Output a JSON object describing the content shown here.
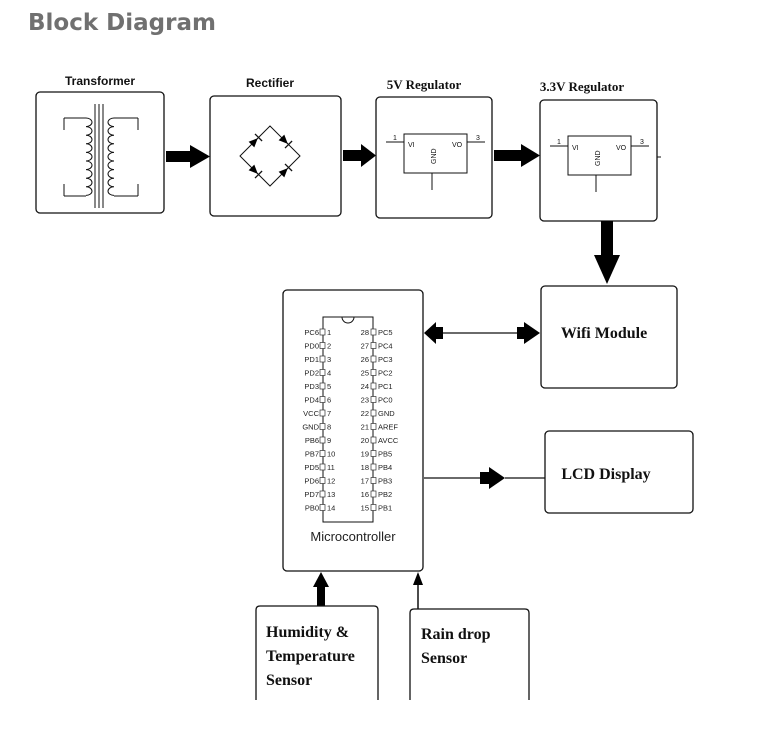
{
  "page": {
    "title": "Block Diagram"
  },
  "blocks": {
    "transformer": {
      "label": "Transformer"
    },
    "rectifier": {
      "label": "Rectifier"
    },
    "reg5": {
      "label": "5V Regulator",
      "pin_in": "1",
      "pin_out": "3",
      "vi": "VI",
      "vo": "VO",
      "gnd": "GND"
    },
    "reg33": {
      "label": "3.3V Regulator",
      "pin_in": "1",
      "pin_out": "3",
      "vi": "VI",
      "vo": "VO",
      "gnd": "GND"
    },
    "wifi": {
      "label": "Wifi  Module"
    },
    "lcd": {
      "label": "LCD Display"
    },
    "micro": {
      "label": "Microcontroller"
    },
    "humidity": {
      "line1": "Humidity &",
      "line2": "Temperature",
      "line3": "Sensor"
    },
    "rain": {
      "line1": "Rain drop",
      "line2": "Sensor"
    }
  },
  "chip": {
    "left_pins": [
      {
        "name": "PC6",
        "num": "1"
      },
      {
        "name": "PD0",
        "num": "2"
      },
      {
        "name": "PD1",
        "num": "3"
      },
      {
        "name": "PD2",
        "num": "4"
      },
      {
        "name": "PD3",
        "num": "5"
      },
      {
        "name": "PD4",
        "num": "6"
      },
      {
        "name": "VCC",
        "num": "7"
      },
      {
        "name": "GND",
        "num": "8"
      },
      {
        "name": "PB6",
        "num": "9"
      },
      {
        "name": "PB7",
        "num": "10"
      },
      {
        "name": "PD5",
        "num": "11"
      },
      {
        "name": "PD6",
        "num": "12"
      },
      {
        "name": "PD7",
        "num": "13"
      },
      {
        "name": "PB0",
        "num": "14"
      }
    ],
    "right_pins": [
      {
        "name": "PC5",
        "num": "28"
      },
      {
        "name": "PC4",
        "num": "27"
      },
      {
        "name": "PC3",
        "num": "26"
      },
      {
        "name": "PC2",
        "num": "25"
      },
      {
        "name": "PC1",
        "num": "24"
      },
      {
        "name": "PC0",
        "num": "23"
      },
      {
        "name": "GND",
        "num": "22"
      },
      {
        "name": "AREF",
        "num": "21"
      },
      {
        "name": "AVCC",
        "num": "20"
      },
      {
        "name": "PB5",
        "num": "19"
      },
      {
        "name": "PB4",
        "num": "18"
      },
      {
        "name": "PB3",
        "num": "17"
      },
      {
        "name": "PB2",
        "num": "16"
      },
      {
        "name": "PB1",
        "num": "15"
      }
    ]
  }
}
